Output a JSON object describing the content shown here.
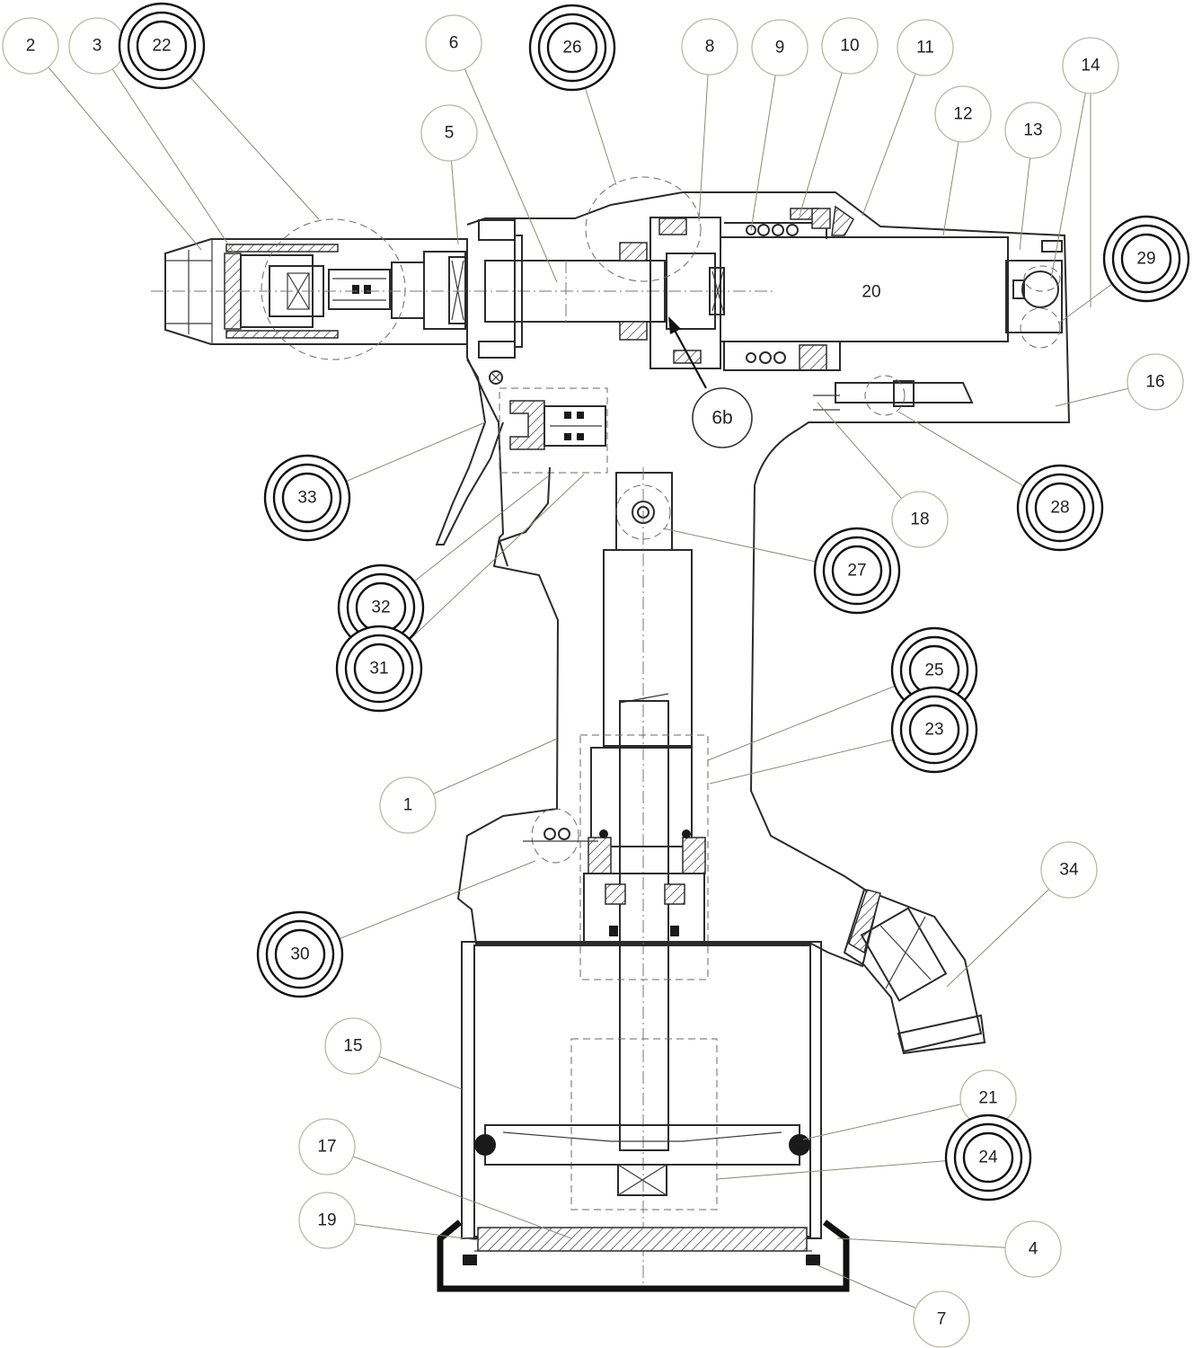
{
  "callouts": [
    {
      "label": "2",
      "style": "plain"
    },
    {
      "label": "3",
      "style": "plain"
    },
    {
      "label": "22",
      "style": "ring"
    },
    {
      "label": "6",
      "style": "plain"
    },
    {
      "label": "26",
      "style": "ring"
    },
    {
      "label": "8",
      "style": "plain"
    },
    {
      "label": "9",
      "style": "plain"
    },
    {
      "label": "10",
      "style": "plain"
    },
    {
      "label": "11",
      "style": "plain"
    },
    {
      "label": "14",
      "style": "plain"
    },
    {
      "label": "12",
      "style": "plain"
    },
    {
      "label": "13",
      "style": "plain"
    },
    {
      "label": "5",
      "style": "plain"
    },
    {
      "label": "29",
      "style": "ring"
    },
    {
      "label": "20",
      "style": "plain"
    },
    {
      "label": "16",
      "style": "plain"
    },
    {
      "label": "6b",
      "style": "main"
    },
    {
      "label": "33",
      "style": "ring"
    },
    {
      "label": "28",
      "style": "ring"
    },
    {
      "label": "18",
      "style": "plain"
    },
    {
      "label": "27",
      "style": "ring"
    },
    {
      "label": "32",
      "style": "ring"
    },
    {
      "label": "31",
      "style": "ring"
    },
    {
      "label": "25",
      "style": "ring"
    },
    {
      "label": "23",
      "style": "ring"
    },
    {
      "label": "1",
      "style": "plain"
    },
    {
      "label": "34",
      "style": "plain"
    },
    {
      "label": "30",
      "style": "ring"
    },
    {
      "label": "15",
      "style": "plain"
    },
    {
      "label": "21",
      "style": "plain"
    },
    {
      "label": "24",
      "style": "ring"
    },
    {
      "label": "17",
      "style": "plain"
    },
    {
      "label": "19",
      "style": "plain"
    },
    {
      "label": "4",
      "style": "plain"
    },
    {
      "label": "7",
      "style": "plain"
    }
  ]
}
